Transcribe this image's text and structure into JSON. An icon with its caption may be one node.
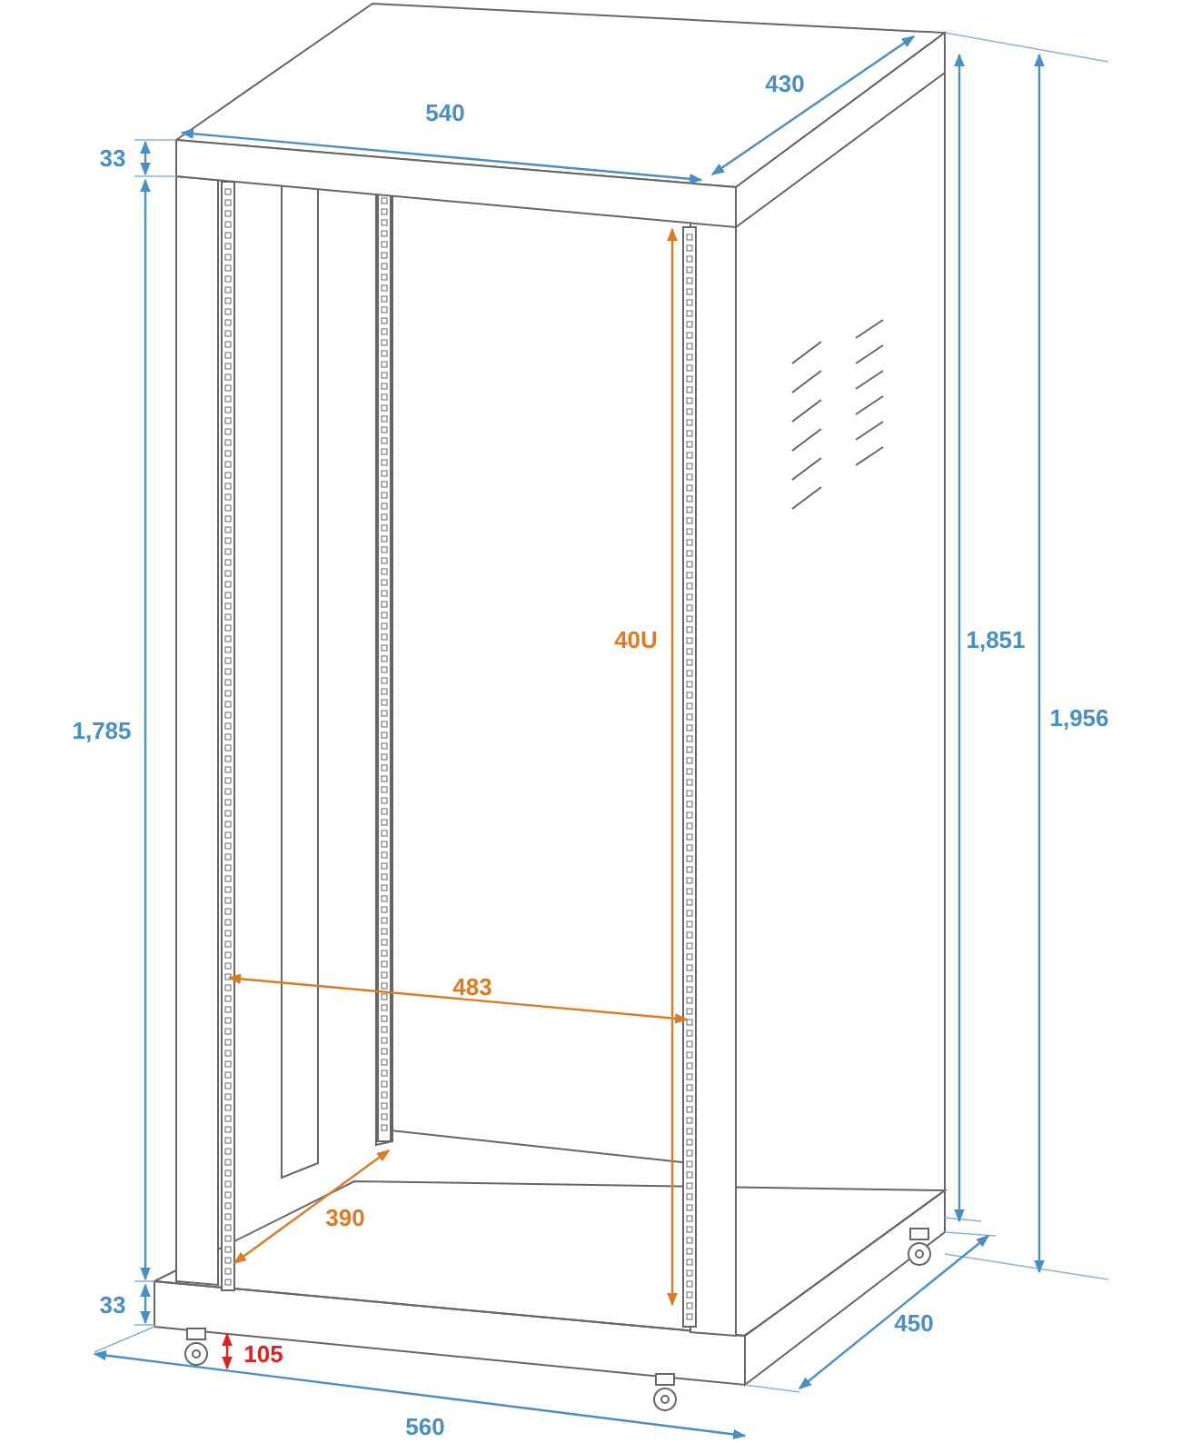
{
  "diagram": {
    "labels": [
      "540",
      "430",
      "33",
      "1,785",
      "40U",
      "1,851",
      "1,956",
      "483",
      "390",
      "33",
      "105",
      "450",
      "560"
    ]
  }
}
